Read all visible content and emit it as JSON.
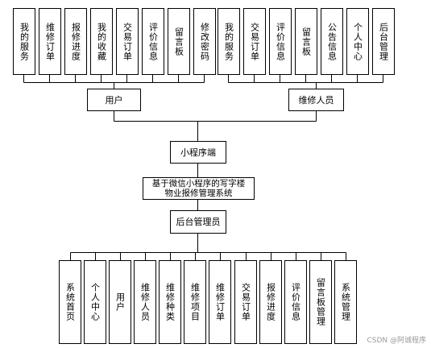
{
  "nodes": {
    "t1": "我的服务",
    "t2": "维修订单",
    "t3": "报修进度",
    "t4": "我的收藏",
    "t5": "交易订单",
    "t6": "评价信息",
    "t7": "留言板",
    "t8": "修改密码",
    "t9": "我的服务",
    "t10": "交易订单",
    "t11": "评价信息",
    "t12": "留言板",
    "t13": "公告信息",
    "t14": "个人中心",
    "t15": "后台管理",
    "user": "用户",
    "repairer": "维修人员",
    "miniapp": "小程序端",
    "system": "基于微信小程序的写字楼物业报修管理系统",
    "admin": "后台管理员",
    "b1": "系统首页",
    "b2": "个人中心",
    "b3": "用户",
    "b4": "维修人员",
    "b5": "维修种类",
    "b6": "维修项目",
    "b7": "维修订单",
    "b8": "交易订单",
    "b9": "报修进度",
    "b10": "评价信息",
    "b11": "留言板管理",
    "b12": "系统管理"
  },
  "watermark": "CSDN @阿诚程序"
}
